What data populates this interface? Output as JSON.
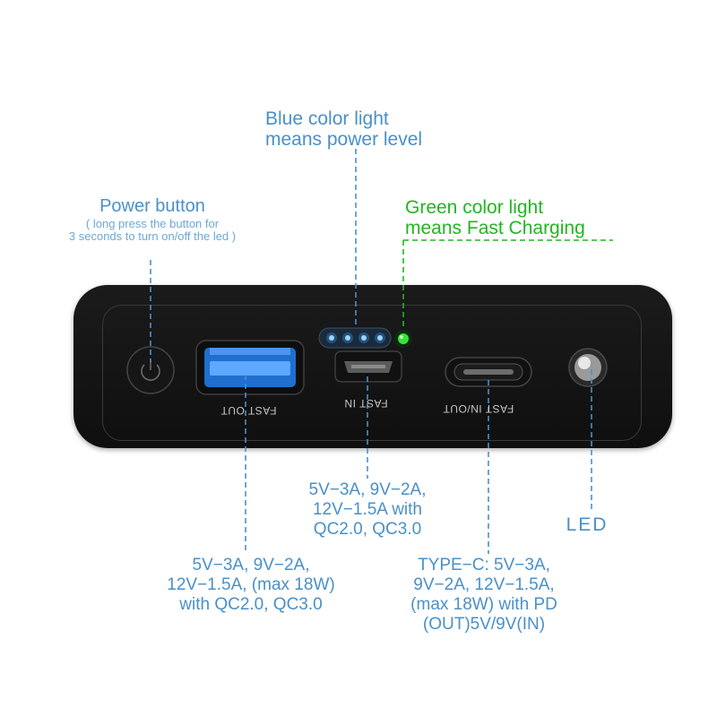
{
  "callouts": {
    "blue_light": {
      "line1": "Blue color light",
      "line2": "means power level"
    },
    "green_light": {
      "line1": "Green color light",
      "line2": "means Fast Charging"
    },
    "power_button": {
      "title": "Power button",
      "note1": "( long press the button for",
      "note2": "3 seconds to turn on/off the led )"
    },
    "led": {
      "label": "LED"
    },
    "fast_in_spec": {
      "line1": "5V−3A, 9V−2A,",
      "line2": "12V−1.5A with",
      "line3": "QC2.0, QC3.0"
    },
    "fast_out_spec": {
      "line1": "5V−3A, 9V−2A,",
      "line2": "12V−1.5A, (max 18W)",
      "line3": "with QC2.0, QC3.0"
    },
    "typec_spec": {
      "line1": "TYPE−C: 5V−3A,",
      "line2": "9V−2A, 12V−1.5A,",
      "line3": "(max 18W) with PD",
      "line4": "(OUT)5V/9V(IN)"
    }
  },
  "ports": {
    "fast_out": "FAST OUT",
    "fast_in": "FAST IN",
    "typec": "FAST IN/OUT"
  },
  "indicator": {
    "blue_leds_lit": 4,
    "green_led_lit": true
  },
  "colors": {
    "callout_blue": "#4a90c8",
    "callout_green": "#22b522",
    "device_body": "#141414",
    "usb_a_blue": "#1e6fd0"
  }
}
